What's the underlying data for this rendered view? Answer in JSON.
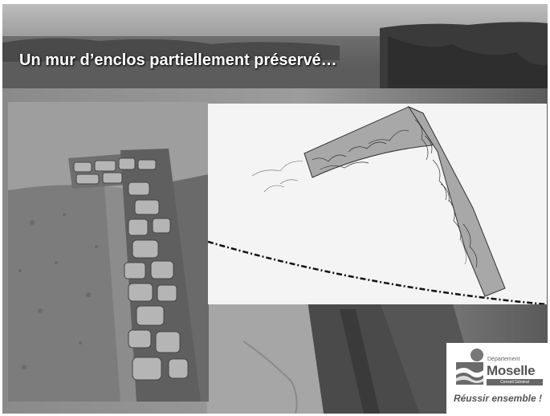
{
  "slide": {
    "title": "Un mur d’enclos partiellement préservé…",
    "photo_icon": "excavated-stone-wall-photo",
    "plan_icon": "wall-plan-drawing"
  },
  "logo": {
    "icon": "moselle-emblem-icon",
    "department": "Département",
    "name": "Moselle",
    "council": "Conseil Général",
    "slogan": "Réussir ensemble !"
  },
  "colors": {
    "title_text": "#ffffff",
    "plan_background": "#f4f4f4",
    "wall_fill": "#a8a8a8",
    "logo_text": "#555555"
  }
}
